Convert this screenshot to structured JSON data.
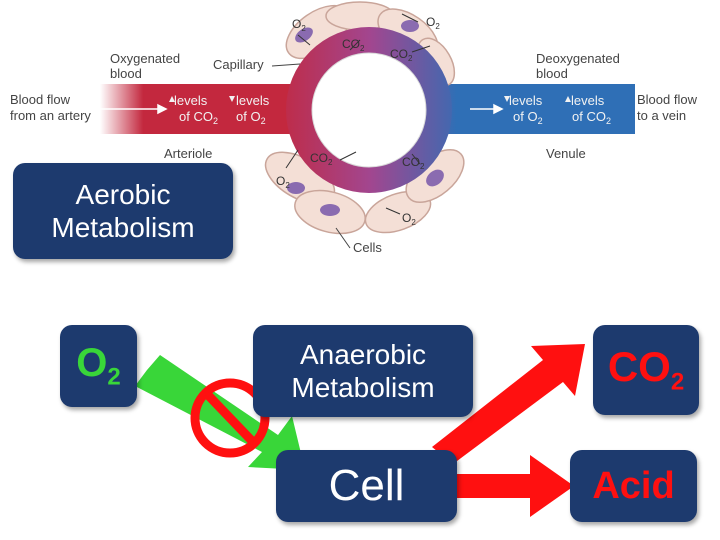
{
  "colors": {
    "box_fill": "#1d3a6e",
    "arrow_red": "#ff1010",
    "arrow_green": "#39d639",
    "artery_red": "#c3283e",
    "vein_blue": "#2f6fb6"
  },
  "physiology": {
    "oxygenated_blood": [
      "Oxygenated",
      "blood"
    ],
    "capillary": "Capillary",
    "deoxygenated_blood": [
      "Deoxygenated",
      "blood"
    ],
    "blood_flow_artery": [
      "Blood flow",
      "from an artery"
    ],
    "blood_flow_vein": [
      "Blood flow",
      "to a vein"
    ],
    "arteriole": "Arteriole",
    "venule": "Venule",
    "cells": "Cells",
    "levels": "levels",
    "of_co2": "of CO",
    "of_o2": "of O",
    "gas_o2": "O",
    "gas_co2": "CO",
    "sub_2": "2"
  },
  "boxes": {
    "aerobic": [
      "Aerobic",
      "Metabolism"
    ],
    "anaerobic": [
      "Anaerobic",
      "Metabolism"
    ],
    "cell": "Cell",
    "acid": "Acid",
    "o2": {
      "main": "O",
      "sub": "2"
    },
    "co2": {
      "main": "CO",
      "sub": "2"
    }
  }
}
